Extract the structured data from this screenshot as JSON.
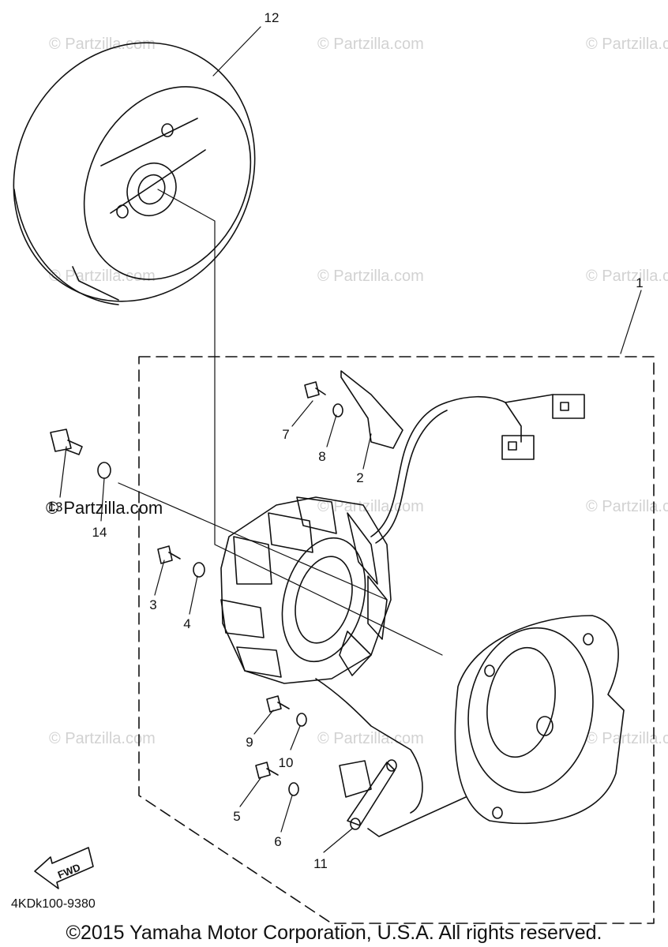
{
  "diagram": {
    "callouts": [
      {
        "id": "1",
        "label": "1"
      },
      {
        "id": "2",
        "label": "2"
      },
      {
        "id": "3",
        "label": "3"
      },
      {
        "id": "4",
        "label": "4"
      },
      {
        "id": "5",
        "label": "5"
      },
      {
        "id": "6",
        "label": "6"
      },
      {
        "id": "7",
        "label": "7"
      },
      {
        "id": "8",
        "label": "8"
      },
      {
        "id": "9",
        "label": "9"
      },
      {
        "id": "10",
        "label": "10"
      },
      {
        "id": "11",
        "label": "11"
      },
      {
        "id": "12",
        "label": "12"
      },
      {
        "id": "13",
        "label": "13"
      },
      {
        "id": "14",
        "label": "14"
      }
    ],
    "part_code": "4KDk100-9380",
    "fwd_label": "FWD",
    "copyright": "©2015 Yamaha Motor Corporation, U.S.A. All rights reserved.",
    "watermark": "© Partzilla.com",
    "watermark_overlay": "© Partzilla.com",
    "colors": {
      "line": "#111111",
      "watermark": "#d2d2d2",
      "background": "#ffffff"
    }
  }
}
